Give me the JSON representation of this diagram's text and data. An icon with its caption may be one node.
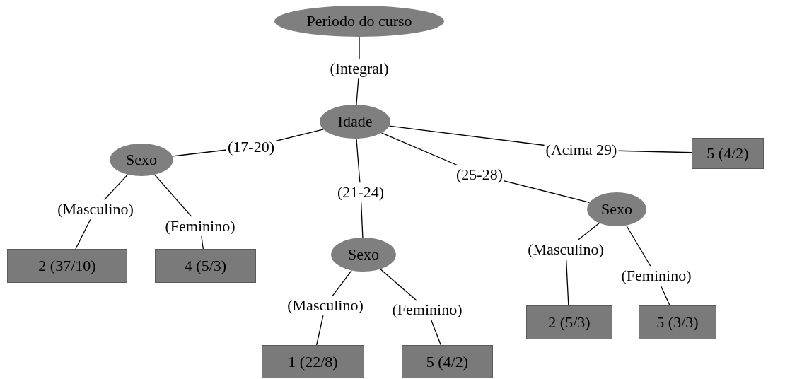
{
  "diagram": {
    "nodes": [
      {
        "text": [
          "Periodo do curso"
        ]
      },
      {
        "text": [
          "Idade"
        ]
      },
      {
        "text": [
          "Sexo"
        ]
      },
      {
        "text": [
          "Sexo"
        ]
      },
      {
        "text": [
          "Sexo"
        ]
      },
      {
        "text": [
          "5 (4/2)"
        ]
      },
      {
        "text": [
          "2 (37/10)"
        ]
      },
      {
        "text": [
          "4 (5/3)"
        ]
      },
      {
        "text": [
          "1 (22/8)"
        ]
      },
      {
        "text": [
          "5 (4/2)"
        ]
      },
      {
        "text": [
          "2 (5/3)"
        ]
      },
      {
        "text": [
          "5 (3/3)"
        ]
      }
    ],
    "edges": [
      {
        "from": 0,
        "to": 1,
        "arrow": "none",
        "label": "(Integral)"
      },
      {
        "from": 1,
        "to": 2,
        "arrow": "none",
        "label": "(17-20)"
      },
      {
        "from": 1,
        "to": 3,
        "arrow": "none",
        "label": "(21-24)"
      },
      {
        "from": 1,
        "to": 4,
        "arrow": "none",
        "label": "(25-28)"
      },
      {
        "from": 1,
        "to": 5,
        "arrow": "none",
        "label": "(Acima 29)"
      },
      {
        "from": 2,
        "to": 6,
        "arrow": "none",
        "label": "(Masculino)"
      },
      {
        "from": 2,
        "to": 7,
        "arrow": "none",
        "label": "(Feminino)"
      },
      {
        "from": 3,
        "to": 8,
        "arrow": "none",
        "label": "(Masculino)"
      },
      {
        "from": 3,
        "to": 9,
        "arrow": "none",
        "label": "(Feminino)"
      },
      {
        "from": 4,
        "to": 10,
        "arrow": "none",
        "label": "(Masculino)"
      },
      {
        "from": 4,
        "to": 11,
        "arrow": "none",
        "label": "(Feminino)"
      }
    ]
  }
}
